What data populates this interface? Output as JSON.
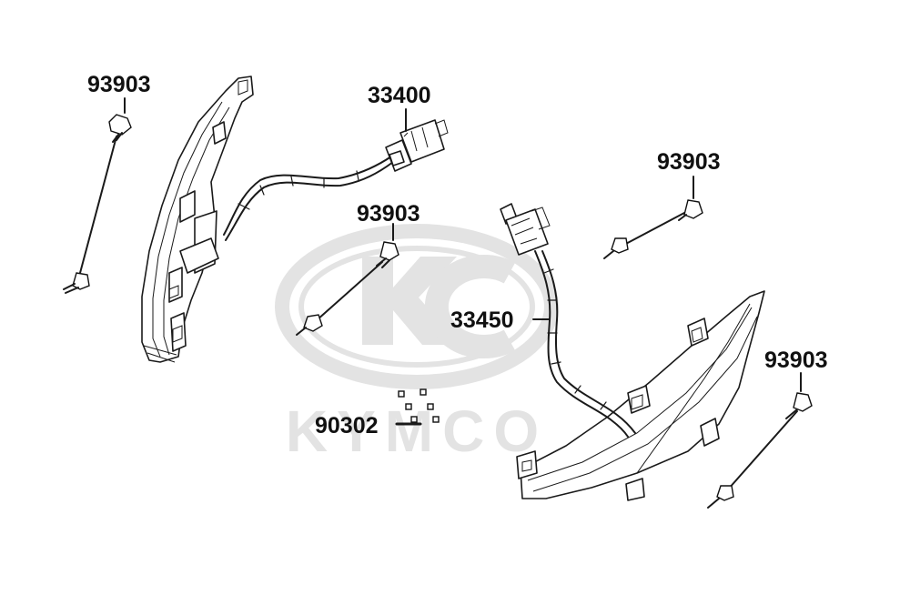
{
  "diagram": {
    "watermark": {
      "brand_text": "KYMCO",
      "logo": "kymco-kc-logo"
    },
    "labels": {
      "screw_top_left": "93903",
      "wire_left": "33400",
      "screw_middle": "93903",
      "screw_right_upper": "93903",
      "wire_right": "33450",
      "screw_right_lower": "93903",
      "clips": "90302"
    }
  }
}
